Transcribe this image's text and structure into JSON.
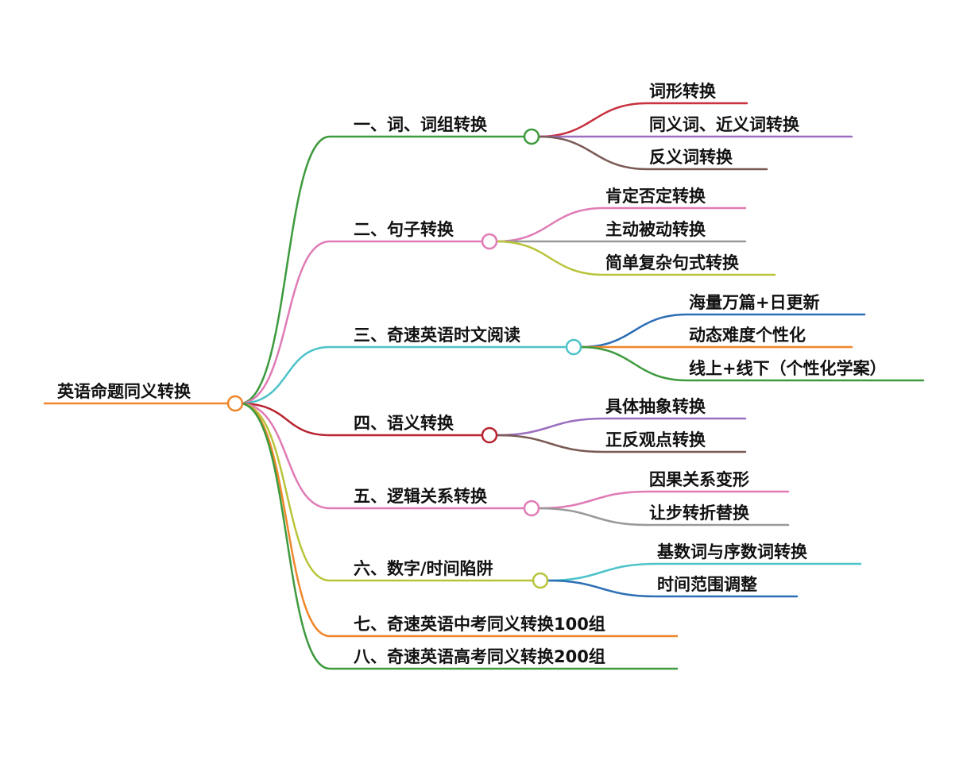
{
  "root": {
    "label": "英语命题同义转换",
    "color": "#f0862b"
  },
  "branches": [
    {
      "label": "一、词、词组转换",
      "color": "#3d9a3d",
      "children": [
        {
          "label": "词形转换",
          "color": "#c8313e"
        },
        {
          "label": "同义词、近义词转换",
          "color": "#9b6fc0"
        },
        {
          "label": "反义词转换",
          "color": "#7a5a55"
        }
      ]
    },
    {
      "label": "二、句子转换",
      "color": "#e07bb5",
      "children": [
        {
          "label": "肯定否定转换",
          "color": "#e07bb5"
        },
        {
          "label": "主动被动转换",
          "color": "#999999"
        },
        {
          "label": "简单复杂句式转换",
          "color": "#b9c43a"
        }
      ]
    },
    {
      "label": "三、奇速英语时文阅读",
      "color": "#4cc3c9",
      "children": [
        {
          "label": "海量万篇+日更新",
          "color": "#2d6fb5"
        },
        {
          "label": "动态难度个性化",
          "color": "#f0862b"
        },
        {
          "label": "线上+线下（个性化学案）",
          "color": "#3d9a3d"
        }
      ]
    },
    {
      "label": "四、语义转换",
      "color": "#b8232f",
      "children": [
        {
          "label": "具体抽象转换",
          "color": "#9b6fc0"
        },
        {
          "label": "正反观点转换",
          "color": "#7a5a55"
        }
      ]
    },
    {
      "label": "五、逻辑关系转换",
      "color": "#e07bb5",
      "children": [
        {
          "label": "因果关系变形",
          "color": "#e07bb5"
        },
        {
          "label": "让步转折替换",
          "color": "#999999"
        }
      ]
    },
    {
      "label": "六、数字/时间陷阱",
      "color": "#b9c43a",
      "children": [
        {
          "label": "基数词与序数词转换",
          "color": "#4cc3c9"
        },
        {
          "label": "时间范围调整",
          "color": "#2d6fb5"
        }
      ]
    },
    {
      "label": "七、奇速英语中考同义转换100组",
      "color": "#f0862b",
      "children": []
    },
    {
      "label": "八、奇速英语高考同义转换200组",
      "color": "#3d9a3d",
      "children": []
    }
  ]
}
